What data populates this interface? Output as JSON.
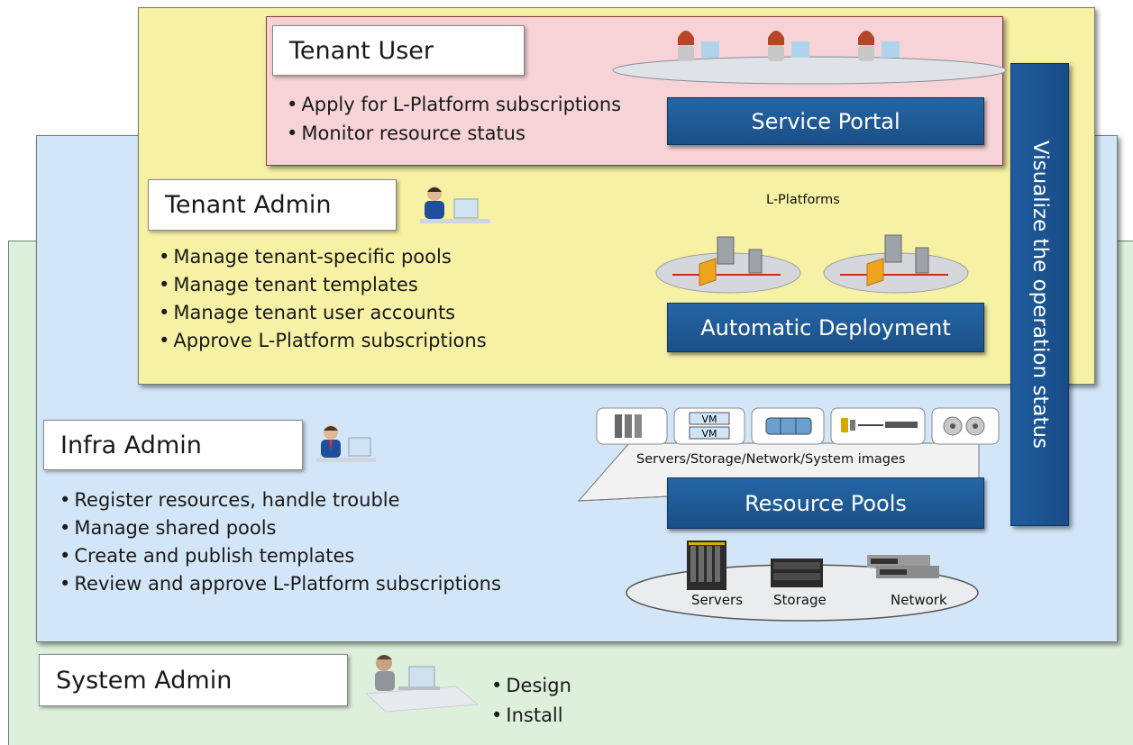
{
  "system_admin": {
    "title": "System Admin",
    "tasks": [
      "Design",
      "Install"
    ]
  },
  "infra_admin": {
    "title": "Infra Admin",
    "tasks": [
      "Register resources, handle trouble",
      "Manage shared pools",
      "Create and publish templates",
      "Review and approve L-Platform subscriptions"
    ]
  },
  "tenant_admin": {
    "title": "Tenant Admin",
    "tasks": [
      "Manage tenant-specific pools",
      "Manage tenant templates",
      "Manage tenant user accounts",
      "Approve L-Platform subscriptions"
    ]
  },
  "tenant_user": {
    "title": "Tenant User",
    "tasks": [
      "Apply for L-Platform subscriptions",
      "Monitor resource status"
    ]
  },
  "service_portal": "Service Portal",
  "l_platforms": "L-Platforms",
  "automatic_deployment": "Automatic Deployment",
  "resource_pools": {
    "label": "Resource Pools",
    "caption": "Servers/Storage/Network/System images",
    "icons": [
      "server-icon",
      "vm-icon",
      "storage-icon",
      "network-icon",
      "disk-image-icon"
    ],
    "vm_labels": [
      "VM",
      "VM"
    ]
  },
  "hardware": {
    "servers": "Servers",
    "storage": "Storage",
    "network": "Network"
  },
  "visualize": "Visualize the operation status",
  "colors": {
    "system_layer": "#ddf0dc",
    "infra_layer": "#d3e6f8",
    "tenant_layer": "#f6f1a4",
    "user_layer": "#f5d3d6",
    "label_blue": "#1f5c9e"
  }
}
